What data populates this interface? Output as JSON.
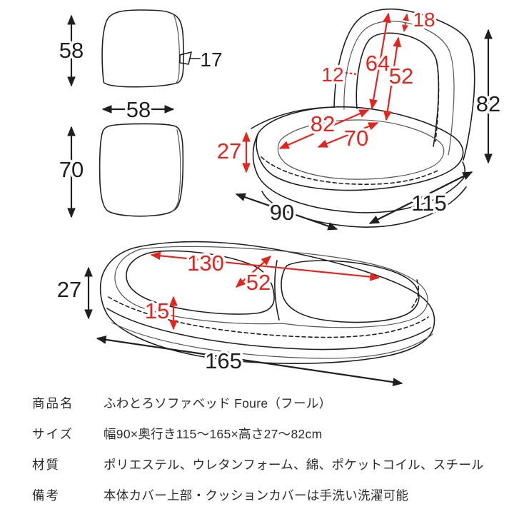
{
  "dims": {
    "cushion_back_height": "58",
    "cushion_tab": "17",
    "cushion_width": "58",
    "cushion_seat_height": "70",
    "chair_top_gap": "18",
    "chair_back_edge": "12",
    "chair_back_inner_height": "64",
    "chair_back_window_height": "52",
    "chair_seat_width": "82",
    "chair_seat_inner_width": "70",
    "chair_seat_thickness": "27",
    "chair_total_height": "82",
    "chair_depth": "115",
    "chair_width": "90",
    "bed_surface_length": "130",
    "bed_surface_width": "52",
    "bed_base_height": "15",
    "bed_height": "27",
    "bed_total_length": "165"
  },
  "spec": {
    "rows": [
      {
        "label": "商品名",
        "value": "ふわとろソファベッド Foure（フール）"
      },
      {
        "label": "サイズ",
        "value": "幅90×奥行き115～165×高さ27～82cm"
      },
      {
        "label": "材質",
        "value": "ポリエステル、ウレタンフォーム、綿、ポケットコイル、スチール"
      },
      {
        "label": "備考",
        "value": "本体カバー上部・クッションカバーは手洗い洗濯可能"
      }
    ]
  },
  "colors": {
    "dimension_red": "#e2251f",
    "line_ink": "#1f1f1f"
  }
}
